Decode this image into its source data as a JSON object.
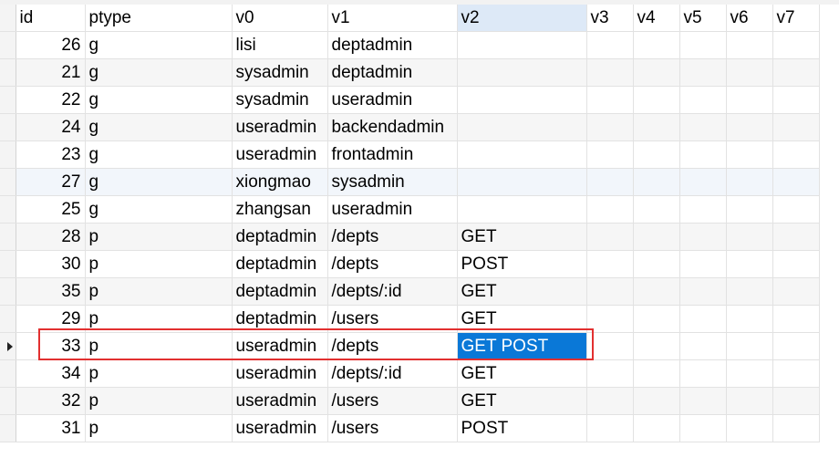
{
  "columns": [
    "id",
    "ptype",
    "v0",
    "v1",
    "v2",
    "v3",
    "v4",
    "v5",
    "v6",
    "v7"
  ],
  "rows": [
    {
      "id": "26",
      "ptype": "g",
      "v0": "lisi",
      "v1": "deptadmin",
      "v2": ""
    },
    {
      "id": "21",
      "ptype": "g",
      "v0": "sysadmin",
      "v1": "deptadmin",
      "v2": ""
    },
    {
      "id": "22",
      "ptype": "g",
      "v0": "sysadmin",
      "v1": "useradmin",
      "v2": ""
    },
    {
      "id": "24",
      "ptype": "g",
      "v0": "useradmin",
      "v1": "backendadmin",
      "v2": ""
    },
    {
      "id": "23",
      "ptype": "g",
      "v0": "useradmin",
      "v1": "frontadmin",
      "v2": ""
    },
    {
      "id": "27",
      "ptype": "g",
      "v0": "xiongmao",
      "v1": "sysadmin",
      "v2": ""
    },
    {
      "id": "25",
      "ptype": "g",
      "v0": "zhangsan",
      "v1": "useradmin",
      "v2": ""
    },
    {
      "id": "28",
      "ptype": "p",
      "v0": "deptadmin",
      "v1": "/depts",
      "v2": "GET"
    },
    {
      "id": "30",
      "ptype": "p",
      "v0": "deptadmin",
      "v1": "/depts",
      "v2": "POST"
    },
    {
      "id": "35",
      "ptype": "p",
      "v0": "deptadmin",
      "v1": "/depts/:id",
      "v2": "GET"
    },
    {
      "id": "29",
      "ptype": "p",
      "v0": "deptadmin",
      "v1": "/users",
      "v2": "GET"
    },
    {
      "id": "33",
      "ptype": "p",
      "v0": "useradmin",
      "v1": "/depts",
      "v2": "GET POST"
    },
    {
      "id": "34",
      "ptype": "p",
      "v0": "useradmin",
      "v1": "/depts/:id",
      "v2": "GET"
    },
    {
      "id": "32",
      "ptype": "p",
      "v0": "useradmin",
      "v1": "/users",
      "v2": "GET"
    },
    {
      "id": "31",
      "ptype": "p",
      "v0": "useradmin",
      "v1": "/users",
      "v2": "POST"
    }
  ],
  "current_row_index": 11,
  "colors": {
    "selection": "#0a78d7",
    "highlight_box": "#e23030",
    "column_selected": "#dde9f7"
  }
}
